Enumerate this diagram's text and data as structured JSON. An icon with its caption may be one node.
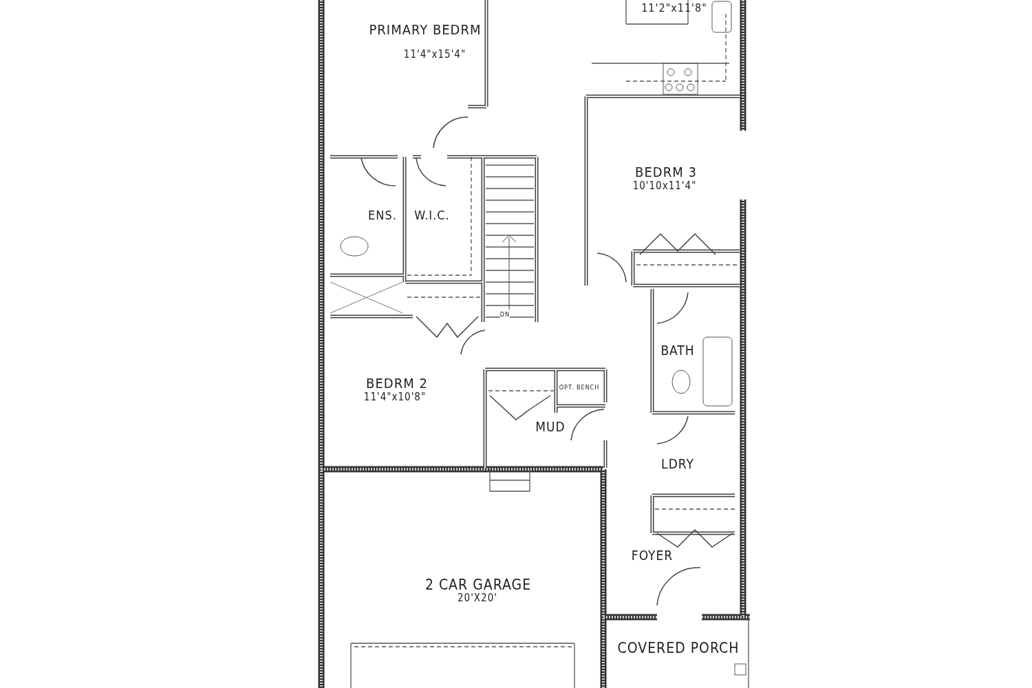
{
  "diagram": {
    "labels": [
      "11'2\"x11'8\"",
      "PRIMARY BEDRM",
      "11'4\"x15'4\"",
      "BEDRM 3",
      "10'10x11'4\"",
      "ENS.",
      "W.I.C.",
      "DN",
      "BATH",
      "BEDRM 2",
      "OPT. BENCH",
      "11'4\"x10'8\"",
      "MUD",
      "LDRY",
      "FOYER",
      "2 CAR GARAGE",
      "20'X20'",
      "COVERED PORCH"
    ]
  }
}
